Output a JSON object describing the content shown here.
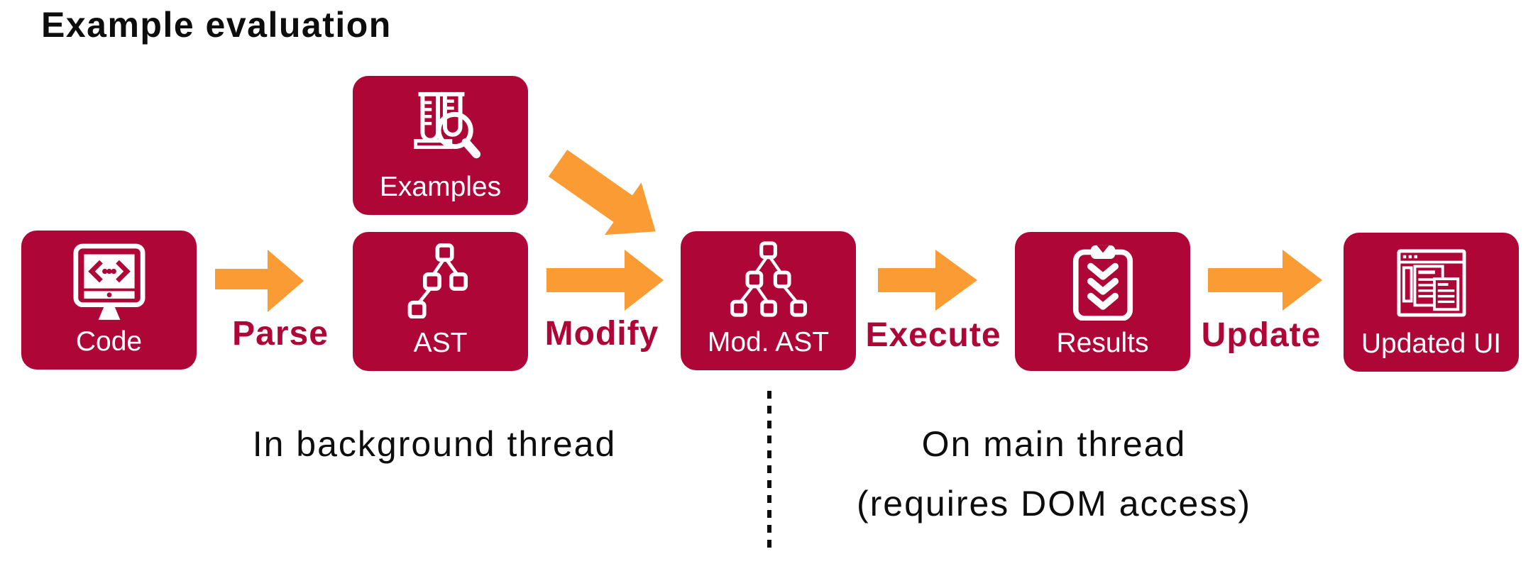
{
  "title": "Example evaluation",
  "colors": {
    "crimson": "#AF0638",
    "orange": "#FA9B34",
    "ink": "#0d0d0d",
    "white": "#FFFFFF"
  },
  "nodes": [
    {
      "id": "code",
      "label": "Code",
      "icon": "code-monitor-icon"
    },
    {
      "id": "examples",
      "label": "Examples",
      "icon": "examples-test-tubes-icon"
    },
    {
      "id": "ast",
      "label": "AST",
      "icon": "ast-tree-icon"
    },
    {
      "id": "mod-ast",
      "label": "Mod. AST",
      "icon": "mod-ast-tree-icon"
    },
    {
      "id": "results",
      "label": "Results",
      "icon": "results-clipboard-icon"
    },
    {
      "id": "updated-ui",
      "label": "Updated UI",
      "icon": "updated-ui-window-icon"
    }
  ],
  "edges": [
    {
      "id": "parse",
      "label": "Parse",
      "from": "code",
      "to": "ast"
    },
    {
      "id": "modify",
      "label": "Modify",
      "from": "ast",
      "to": "mod-ast"
    },
    {
      "id": "execute",
      "label": "Execute",
      "from": "mod-ast",
      "to": "results"
    },
    {
      "id": "update",
      "label": "Update",
      "from": "results",
      "to": "updated-ui"
    },
    {
      "id": "examples-to-mod-ast",
      "label": "",
      "from": "examples",
      "to": "mod-ast"
    }
  ],
  "sections": {
    "background_thread": "In background thread",
    "main_thread_line1": "On main thread",
    "main_thread_line2": "(requires DOM access)"
  }
}
